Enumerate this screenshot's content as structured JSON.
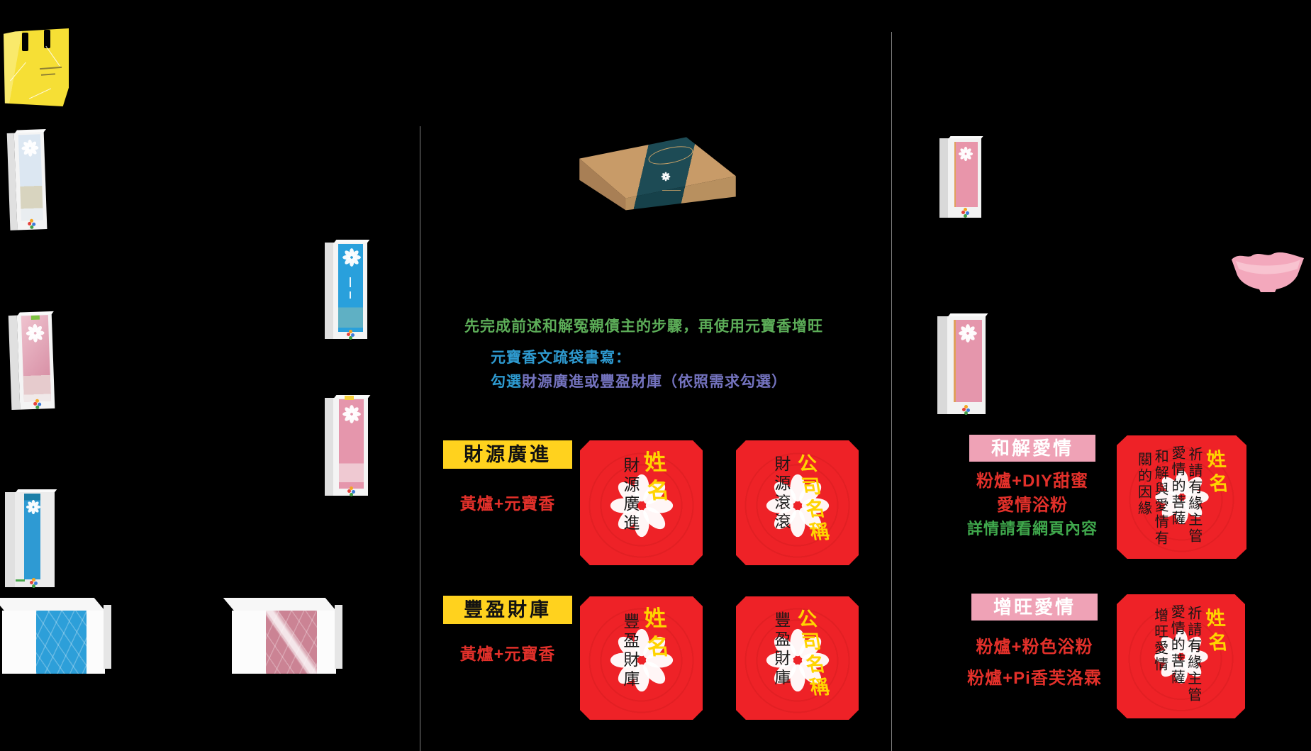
{
  "colors": {
    "background": "#000000",
    "divider": "#7f7f7f",
    "label_yellow_bg": "#FFD21E",
    "label_pink_bg": "#EFA2B6",
    "square_red": "#EE2227",
    "square_name_yellow": "#FFD400",
    "square_text_black": "#161616",
    "text_green": "#5CAD58",
    "note_green": "#3FA84C",
    "text_blue": "#2E9AD0",
    "text_purple": "#7473BF",
    "text_red": "#E2302A",
    "giftbox_brown": "#C89B68",
    "giftbox_band_teal": "#1D4B55",
    "bag_yellow": "#F6DF35",
    "panel_blue": "#29A0DC",
    "panel_pink": "#E596AC",
    "wrap_blue": "#2D9FD9",
    "wrap_pink": "#CB8394"
  },
  "icons": {
    "flower_icon": "eight-petal-flower",
    "bowl_icon": "pink-bowl"
  },
  "products": {
    "left": [
      "yellow-gift-bag",
      "incense-box-blue-label",
      "incense-box-pink-label",
      "incense-box-blue-stripe",
      "flat-box-blue-wrap",
      "flat-box-pink-wrap",
      "incense-box-blue-panel",
      "incense-box-pink-panel"
    ],
    "middle": [
      "kraft-gift-box-teal-band"
    ],
    "right": [
      "incense-box-pink-small",
      "incense-box-pink-large",
      "pink-bowl"
    ]
  },
  "middle": {
    "intro": "先完成前述和解冤親債主的步驟，再使用元寶香增旺",
    "write_title": "元寶香文疏袋書寫：",
    "write_prefix": "勾選",
    "write_rest": "財源廣進或豐盈財庫（依照需求勾選）",
    "rows": [
      {
        "label": "財源廣進",
        "recipe": "黃爐+元寶香",
        "squares": [
          {
            "black": "財源廣進",
            "yellow": "姓名"
          },
          {
            "black": "財源滾滾",
            "yellow": "公司名稱"
          }
        ]
      },
      {
        "label": "豐盈財庫",
        "recipe": "黃爐+元寶香",
        "squares": [
          {
            "black": "豐盈財庫",
            "yellow": "姓名"
          },
          {
            "black": "豐盈財庫",
            "yellow": "公司名稱"
          }
        ]
      }
    ]
  },
  "right": {
    "rows": [
      {
        "label": "和解愛情",
        "recipe_line1": "粉爐+DIY甜蜜",
        "recipe_line2": "愛情浴粉",
        "note": "詳情請看網頁內容",
        "square": {
          "yellow": "姓名",
          "columns": [
            "祈請有緣主管",
            "愛情的菩薩",
            "和解與愛情有",
            "關的因緣"
          ]
        }
      },
      {
        "label": "增旺愛情",
        "recipe_line1": "粉爐+粉色浴粉",
        "recipe_line2": "粉爐+Pi香芙洛霖",
        "square": {
          "yellow": "姓名",
          "columns": [
            "祈請有緣主管",
            "愛情的菩薩",
            "增旺愛情"
          ]
        }
      }
    ]
  }
}
